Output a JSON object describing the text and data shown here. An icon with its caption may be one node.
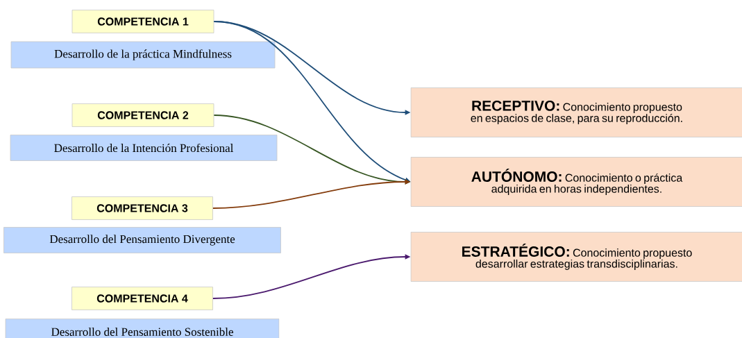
{
  "diagram": {
    "nodes": [
      {
        "text": [
          "COMPETENCIA 1"
        ]
      },
      {
        "text": [
          "Desarrollo de la práctica Mindfulness"
        ]
      },
      {
        "text": [
          "COMPETENCIA 2"
        ]
      },
      {
        "text": [
          "Desarrollo de la Intención Profesional"
        ]
      },
      {
        "text": [
          "COMPETENCIA 3"
        ]
      },
      {
        "text": [
          "Desarrollo del Pensamiento Divergente"
        ]
      },
      {
        "text": [
          "COMPETENCIA 4"
        ]
      },
      {
        "text": [
          "Desarrollo del Pensamiento Sostenible"
        ]
      },
      {
        "text": [
          "RECEPTIVO:",
          "Conocimiento propuesto en espacios de clase, para su reproducción."
        ]
      },
      {
        "text": [
          "AUTÓNOMO:",
          "Conocimiento o práctica adquirida en horas independientes."
        ]
      },
      {
        "text": [
          "ESTRATÉGICO:",
          "Conocimiento propuesto desarrollar estrategias transdisciplinarias."
        ]
      }
    ],
    "edges": [
      {
        "from": 0,
        "to": 8,
        "arrow": "to",
        "color": "#1f4e79"
      },
      {
        "from": 0,
        "to": 9,
        "arrow": "to",
        "color": "#1f4e79"
      },
      {
        "from": 2,
        "to": 9,
        "arrow": "to",
        "color": "#375623"
      },
      {
        "from": 4,
        "to": 9,
        "arrow": "to",
        "color": "#843c0c"
      },
      {
        "from": 6,
        "to": 10,
        "arrow": "to",
        "color": "#4b1a6e"
      }
    ]
  }
}
